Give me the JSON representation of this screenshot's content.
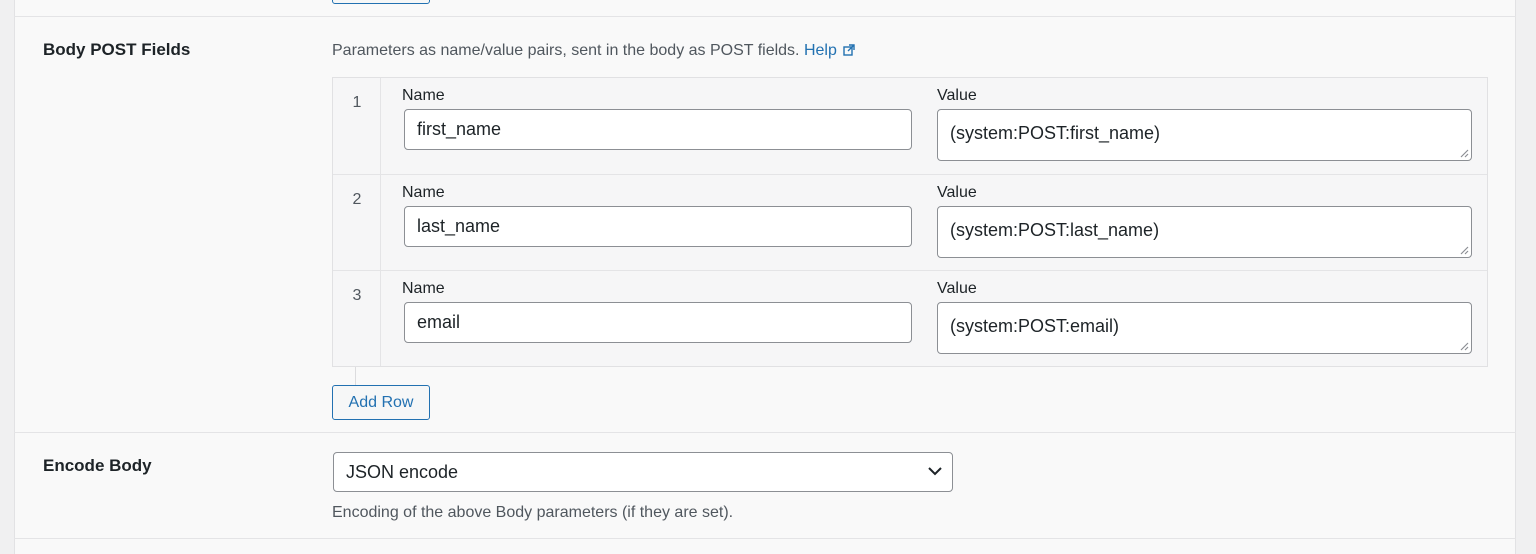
{
  "body_post_fields": {
    "label": "Body POST Fields",
    "description": "Parameters as name/value pairs, sent in the body as POST fields.",
    "help_link": "Help",
    "name_label": "Name",
    "value_label": "Value",
    "rows": [
      {
        "index": "1",
        "name": "first_name",
        "value": "(system:POST:first_name)"
      },
      {
        "index": "2",
        "name": "last_name",
        "value": "(system:POST:last_name)"
      },
      {
        "index": "3",
        "name": "email",
        "value": "(system:POST:email)"
      }
    ],
    "add_row_label": "Add Row"
  },
  "encode_body": {
    "label": "Encode Body",
    "selected": "JSON encode",
    "description": "Encoding of the above Body parameters (if they are set)."
  },
  "colors": {
    "accent": "#2271b1",
    "text": "#1d2327",
    "muted": "#50575e",
    "border": "#8c8f94"
  }
}
